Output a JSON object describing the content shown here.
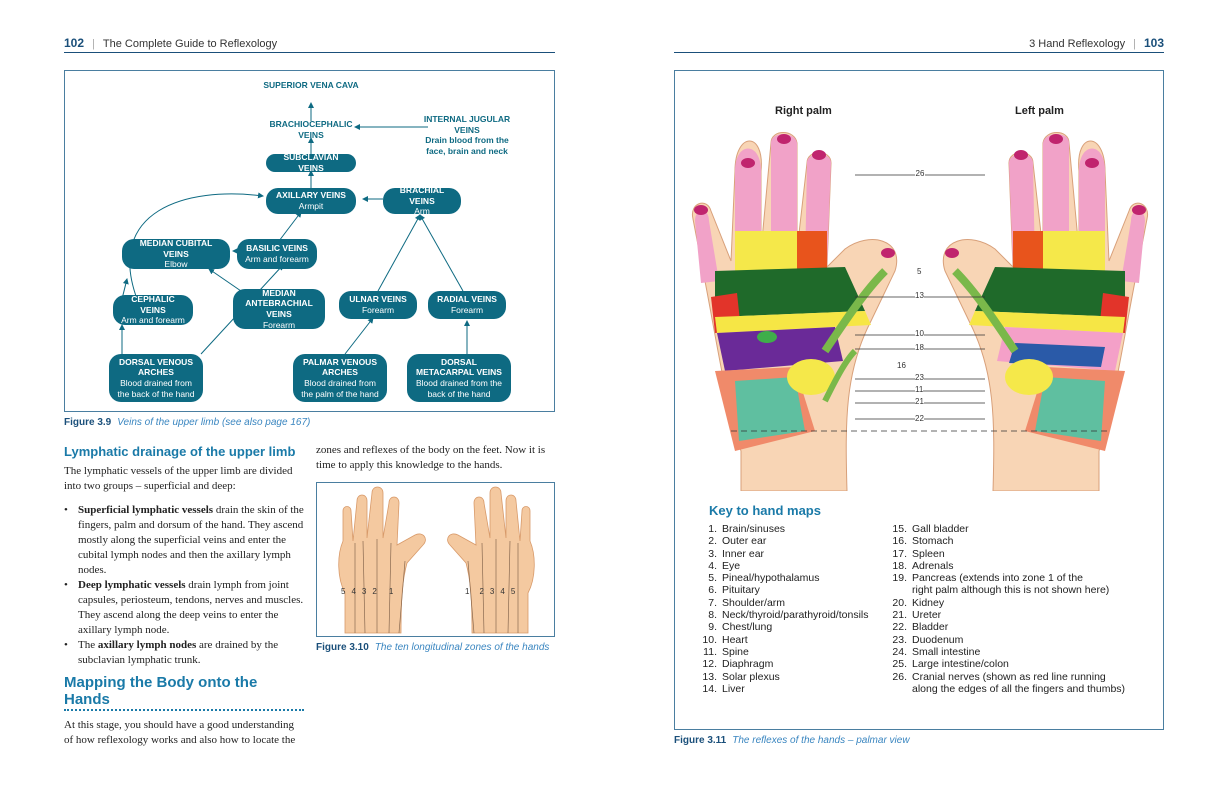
{
  "left": {
    "page_number": "102",
    "running_title": "The Complete Guide to Reflexology",
    "figure_39": {
      "label": "Figure 3.9",
      "caption": "Veins of the upper limb (see also page 167)",
      "nodes": {
        "svc": {
          "title": "SUPERIOR VENA CAVA"
        },
        "brachio": {
          "title": "BRACHIOCEPHALIC VEINS"
        },
        "jugular": {
          "title": "INTERNAL JUGULAR VEINS",
          "desc": "Drain blood from the face, brain and neck"
        },
        "subclavian": {
          "title": "SUBCLAVIAN VEINS"
        },
        "axillary": {
          "title": "AXILLARY VEINS",
          "desc": "Armpit"
        },
        "brachial": {
          "title": "BRACHIAL VEINS",
          "desc": "Arm"
        },
        "median_cubital": {
          "title": "MEDIAN CUBITAL VEINS",
          "desc": "Elbow"
        },
        "basilic": {
          "title": "BASILIC VEINS",
          "desc": "Arm and forearm"
        },
        "cephalic": {
          "title": "CEPHALIC VEINS",
          "desc": "Arm and forearm"
        },
        "median_ante": {
          "title": "MEDIAN ANTEBRACHIAL VEINS",
          "desc": "Forearm"
        },
        "ulnar": {
          "title": "ULNAR VEINS",
          "desc": "Forearm"
        },
        "radial": {
          "title": "RADIAL VEINS",
          "desc": "Forearm"
        },
        "dorsal_arches": {
          "title": "DORSAL VENOUS ARCHES",
          "desc": "Blood drained from the back of the hand"
        },
        "palmar_arches": {
          "title": "PALMAR VENOUS ARCHES",
          "desc": "Blood drained from the palm of the hand"
        },
        "dorsal_meta": {
          "title": "DORSAL METACARPAL VEINS",
          "desc": "Blood drained from the back of the hand"
        }
      }
    },
    "section_lymph": {
      "heading": "Lymphatic drainage of the upper limb",
      "intro": "The lymphatic vessels of the upper limb are divided into two groups – superficial and deep:",
      "bullets": [
        {
          "strong": "Superficial lymphatic vessels",
          "rest": " drain the skin of the fingers, palm and dorsum of the hand. They ascend mostly along the superficial veins and enter the cubital lymph nodes and then the axillary lymph nodes."
        },
        {
          "strong": "Deep lymphatic vessels",
          "rest": " drain lymph from joint capsules, periosteum, tendons, nerves and muscles. They ascend along the deep veins to enter the axillary lymph node."
        },
        {
          "pre": "The ",
          "strong": "axillary lymph nodes",
          "rest": " are drained by the subclavian lymphatic trunk."
        }
      ]
    },
    "section_mapping": {
      "heading_line1": "Mapping the Body onto the",
      "heading_line2": "Hands",
      "para": "At this stage, you should have a good understanding of how reflexology works and also how to locate the"
    },
    "col2_para": "zones and reflexes of the body on the feet. Now it is time to apply this knowledge to the hands.",
    "figure_310": {
      "label": "Figure 3.10",
      "caption": "The ten longitudinal zones of the hands",
      "left_zones": [
        "5",
        "4",
        "3",
        "2",
        "1"
      ],
      "right_zones": [
        "1",
        "2",
        "3",
        "4",
        "5"
      ]
    }
  },
  "right": {
    "page_number": "103",
    "running_title": "3 Hand Reflexology",
    "figure_311": {
      "label": "Figure 3.11",
      "caption": "The reflexes of the hands – palmar view",
      "right_palm": "Right palm",
      "left_palm": "Left palm",
      "center_labels": [
        "26",
        "5",
        "13",
        "10",
        "18",
        "16",
        "23",
        "11",
        "21",
        "22"
      ]
    },
    "key": {
      "title": "Key to hand maps",
      "col1": [
        {
          "n": "1.",
          "t": "Brain/sinuses"
        },
        {
          "n": "2.",
          "t": "Outer ear"
        },
        {
          "n": "3.",
          "t": "Inner ear"
        },
        {
          "n": "4.",
          "t": "Eye"
        },
        {
          "n": "5.",
          "t": "Pineal/hypothalamus"
        },
        {
          "n": "6.",
          "t": "Pituitary"
        },
        {
          "n": "7.",
          "t": "Shoulder/arm"
        },
        {
          "n": "8.",
          "t": "Neck/thyroid/parathyroid/tonsils"
        },
        {
          "n": "9.",
          "t": "Chest/lung"
        },
        {
          "n": "10.",
          "t": "Heart"
        },
        {
          "n": "11.",
          "t": "Spine"
        },
        {
          "n": "12.",
          "t": "Diaphragm"
        },
        {
          "n": "13.",
          "t": "Solar plexus"
        },
        {
          "n": "14.",
          "t": "Liver"
        }
      ],
      "col2": [
        {
          "n": "15.",
          "t": "Gall bladder"
        },
        {
          "n": "16.",
          "t": "Stomach"
        },
        {
          "n": "17.",
          "t": "Spleen"
        },
        {
          "n": "18.",
          "t": "Adrenals"
        },
        {
          "n": "19.",
          "t": "Pancreas (extends into zone 1 of the",
          "cont": "right palm although this is not shown here)"
        },
        {
          "n": "20.",
          "t": "Kidney"
        },
        {
          "n": "21.",
          "t": "Ureter"
        },
        {
          "n": "22.",
          "t": "Bladder"
        },
        {
          "n": "23.",
          "t": "Duodenum"
        },
        {
          "n": "24.",
          "t": "Small intestine"
        },
        {
          "n": "25.",
          "t": "Large intestine/colon"
        },
        {
          "n": "26.",
          "t": "Cranial nerves (shown as red line running",
          "cont": "along the edges of all the fingers and thumbs)"
        }
      ]
    }
  },
  "colors": {
    "accent": "#1a7aa8",
    "node": "#0e6a82",
    "rule": "#1a4f7a"
  }
}
